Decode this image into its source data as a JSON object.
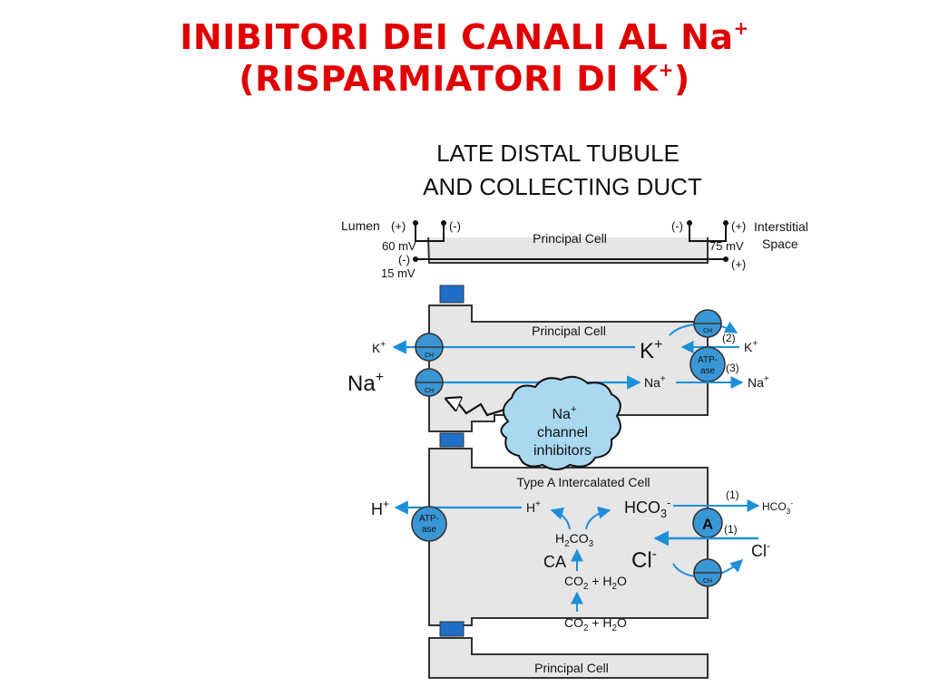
{
  "title": {
    "line1_text": "INIBITORI DEI CANALI AL Na",
    "line1_sup": "+",
    "line2_open": "(RISPARMIATORI DI K",
    "line2_sup": "+",
    "line2_close": ")"
  },
  "diagram": {
    "heading_line1": "LATE DISTAL TUBULE",
    "heading_line2": "AND COLLECTING DUCT",
    "lumen_label": "Lumen",
    "interstitial_label_line1": "Interstitial",
    "interstitial_label_line2": "Space",
    "plus": "(+)",
    "minus": "(-)",
    "voltage_60": "60 mV",
    "voltage_15": "15 mV",
    "voltage_75": "75 mV",
    "principal_cell": "Principal Cell",
    "type_a_cell": "Type A Intercalated Cell",
    "ch": "CH",
    "atpase_line1": "ATP-",
    "atpase_line2": "ase",
    "antiporter": "A",
    "k": "K",
    "na": "Na",
    "h": "H",
    "cl": "Cl",
    "superscript_plus": "+",
    "superscript_minus": "-",
    "hco3": "HCO",
    "hco3_sub": "3",
    "h2co3_h": "H",
    "h2co3_sub": "2",
    "h2co3_rest": "CO",
    "h2co3_sub3": "3",
    "ca": "CA",
    "co2_h2o_1": "CO",
    "co2_h2o_sub2": "2",
    "co2_h2o_mid": " + H",
    "co2_h2o_end": "O",
    "step_1": "(1)",
    "step_2": "(2)",
    "step_3": "(3)",
    "inhibitor_line1": "Na",
    "inhibitor_line2": "channel",
    "inhibitor_line3": "inhibitors"
  },
  "colors": {
    "title": "#e00000",
    "arrow": "#1d8fd8",
    "cell_fill": "#e6e6e6",
    "channel_fill": "#3a97d6",
    "junction": "#1f6fc9",
    "cloud": "#a9d8f1"
  }
}
